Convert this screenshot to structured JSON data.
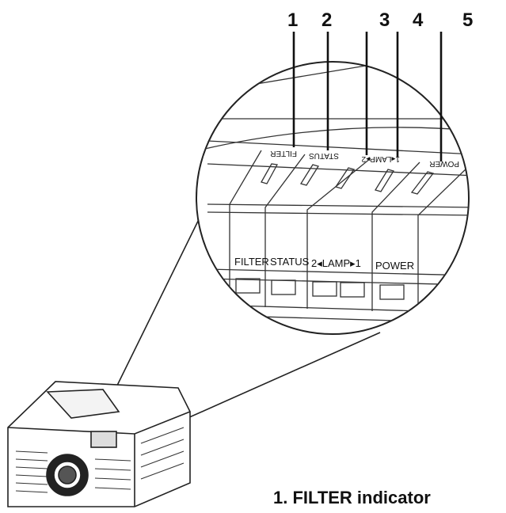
{
  "callouts": [
    "1",
    "2",
    "3",
    "4",
    "5"
  ],
  "panel": {
    "mirrored_labels": {
      "filter": "FILTER",
      "status": "STATUS",
      "lamp": "1◂LAMP▸2",
      "power": "POWER"
    },
    "labels": {
      "filter": "FILTER",
      "status": "STATUS",
      "lamp": "2◂LAMP▸1",
      "power": "POWER"
    }
  },
  "caption": "1. FILTER indicator"
}
